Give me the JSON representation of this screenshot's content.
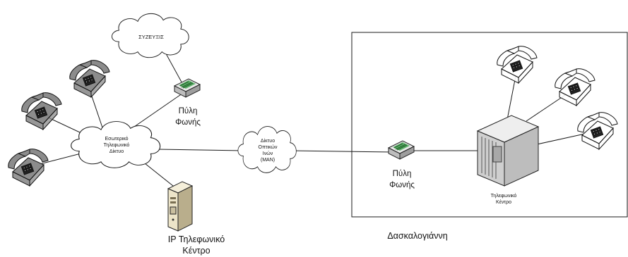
{
  "nodes": {
    "syzeuxeis_cloud": {
      "label": "ΣΥΖΕΥΞΙΣ"
    },
    "voice_gateway_left": {
      "label_line1": "Πύλη",
      "label_line2": "Φωνής"
    },
    "internal_network_cloud": {
      "label_line1": "Εσωτερικό",
      "label_line2": "Τηλεφωνικό",
      "label_line3": "Δίκτυο"
    },
    "ip_pbx_server": {
      "label_line1": "IP Τηλεφωνικό",
      "label_line2": "Κέντρο"
    },
    "man_cloud": {
      "label_line1": "Δίκτυο",
      "label_line2": "Οπτικών",
      "label_line3": "Ινών",
      "label_line4": "(MAN)"
    },
    "voice_gateway_right": {
      "label_line1": "Πύλη",
      "label_line2": "Φωνής"
    },
    "pbx_right": {
      "label_line1": "Τηλεφωνικό",
      "label_line2": "Κέντρο"
    },
    "site_box": {
      "label": "Δασκαλογιάννη"
    }
  },
  "icons": {
    "phone_dark": "desk-phone-icon",
    "phone_light": "desk-phone-icon",
    "cloud": "cloud-icon",
    "gateway": "router-icon",
    "server": "server-tower-icon",
    "pbx": "pbx-cabinet-icon"
  },
  "colors": {
    "line": "#1a1a1a",
    "phone_dark": "#8c8c8c",
    "phone_light": "#ffffff",
    "server_body": "#ece4c8",
    "cabinet": "#d6d6d6",
    "gateway_accent": "#3fa34d"
  }
}
